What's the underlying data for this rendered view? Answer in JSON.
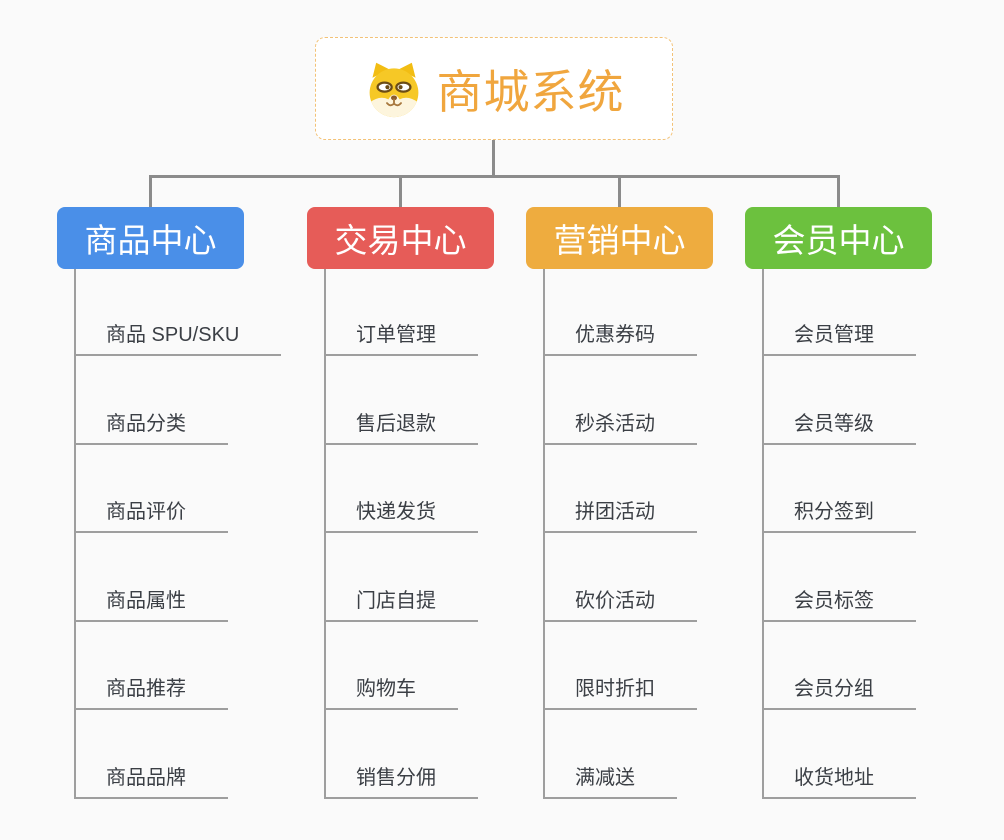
{
  "root": {
    "title": "商城系统",
    "icon": "shiba-dog-icon",
    "title_color": "#f0a63e",
    "border_color": "#f3c277"
  },
  "connector_color": "#8b8b8b",
  "branches": [
    {
      "label": "商品中心",
      "color": "#4a8fe8",
      "children": [
        "商品 SPU/SKU",
        "商品分类",
        "商品评价",
        "商品属性",
        "商品推荐",
        "商品品牌"
      ]
    },
    {
      "label": "交易中心",
      "color": "#e65c58",
      "children": [
        "订单管理",
        "售后退款",
        "快递发货",
        "门店自提",
        "购物车",
        "销售分佣"
      ]
    },
    {
      "label": "营销中心",
      "color": "#eeac3f",
      "children": [
        "优惠券码",
        "秒杀活动",
        "拼团活动",
        "砍价活动",
        "限时折扣",
        "满减送"
      ]
    },
    {
      "label": "会员中心",
      "color": "#6cc13e",
      "children": [
        "会员管理",
        "会员等级",
        "积分签到",
        "会员标签",
        "会员分组",
        "收货地址"
      ]
    }
  ]
}
